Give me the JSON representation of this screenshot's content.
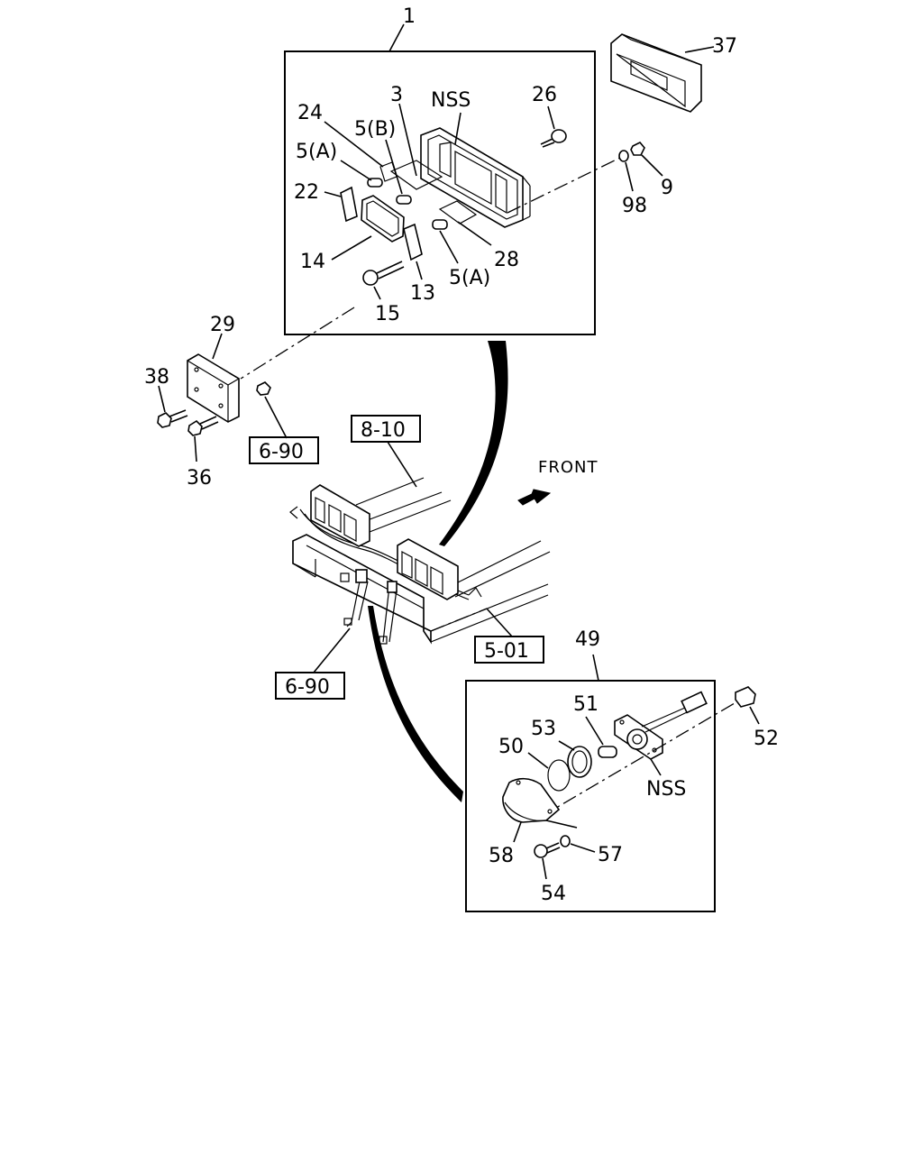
{
  "diagram": {
    "direction_label": "FRONT",
    "callouts": {
      "c1": "1",
      "c3": "3",
      "nss_top": "NSS",
      "c26": "26",
      "c24": "24",
      "c5b": "5(B)",
      "c5a_left": "5(A)",
      "c22": "22",
      "c14": "14",
      "c15": "15",
      "c13": "13",
      "c5a_right": "5(A)",
      "c28": "28",
      "c37": "37",
      "c9": "9",
      "c98": "98",
      "c29": "29",
      "c38": "38",
      "c36": "36",
      "c49": "49",
      "c51": "51",
      "c53": "53",
      "c50": "50",
      "c52": "52",
      "nss_bottom": "NSS",
      "c58": "58",
      "c57": "57",
      "c54": "54"
    },
    "references": {
      "r_8_10": "8-10",
      "r_6_90_upper": "6-90",
      "r_5_01": "5-01",
      "r_6_90_lower": "6-90"
    }
  }
}
